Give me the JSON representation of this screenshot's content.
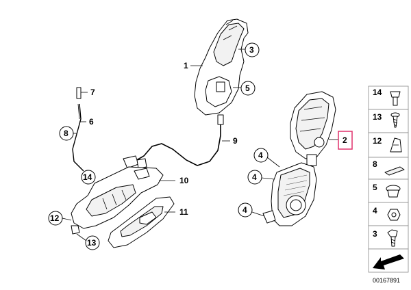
{
  "callouts": {
    "c1": "1",
    "c2": "2",
    "c3": "3",
    "c4a": "4",
    "c4b": "4",
    "c4c": "4",
    "c5": "5",
    "c6": "6",
    "c7": "7",
    "c8": "8",
    "c9": "9",
    "c10": "10",
    "c11": "11",
    "c12": "12",
    "c13": "13",
    "c14": "14"
  },
  "legend": {
    "items": [
      "14",
      "13",
      "12",
      "8",
      "5",
      "4",
      "3"
    ]
  },
  "doc_id": "00167891",
  "colors": {
    "highlight": "#e0306b",
    "line": "#000000",
    "legend_border": "#888888"
  }
}
